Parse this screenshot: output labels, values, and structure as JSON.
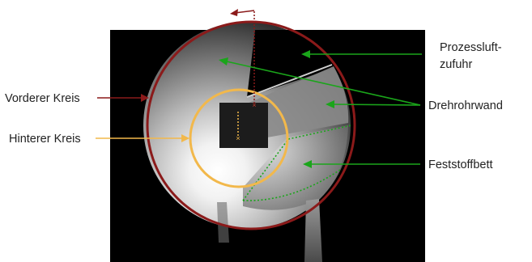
{
  "labels": {
    "front_circle": "Vorderer Kreis",
    "back_circle": "Hinterer Kreis",
    "process_air_line1": "Prozessluft-",
    "process_air_line2": "zufuhr",
    "drum_wall": "Drehrohrwand",
    "solid_bed": "Feststoffbett"
  },
  "colors": {
    "front_circle": "#8b1a1a",
    "back_circle": "#f2b84b",
    "pointer_green": "#1aa51a",
    "photo_background": "#000000"
  }
}
